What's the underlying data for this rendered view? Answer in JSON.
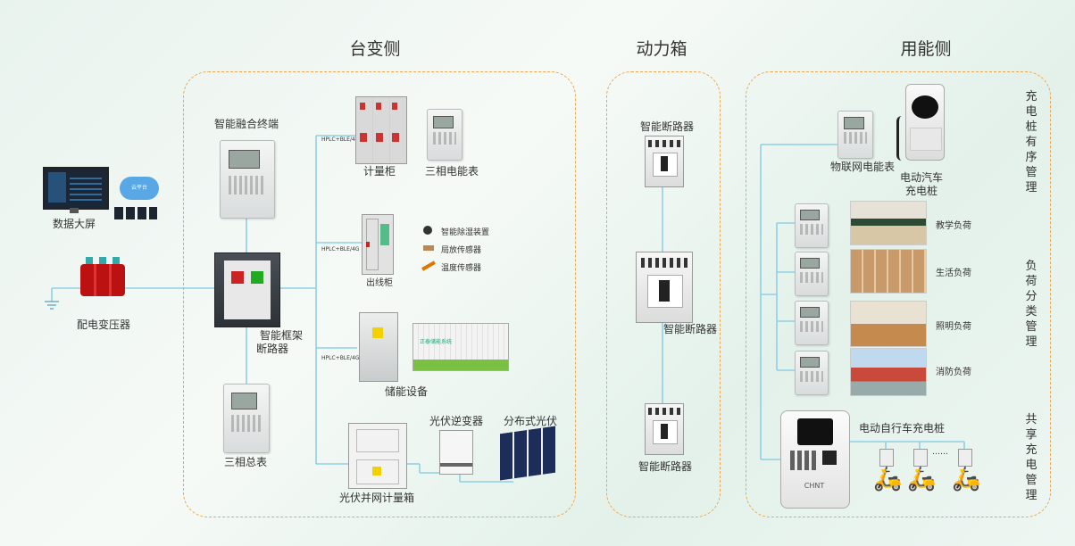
{
  "sections": {
    "transformer_side": "台变侧",
    "power_box": "动力箱",
    "consumer_side": "用能侧"
  },
  "labels": {
    "data_screen": "数据大屏",
    "cloud_logo": "云平台",
    "distribution_transformer": "配电变压器",
    "smart_fusion_terminal": "智能融合终端",
    "smart_frame_breaker_l1": "智能框架",
    "smart_frame_breaker_l2": "断路器",
    "three_phase_total_meter": "三相总表",
    "metering_cabinet": "计量柜",
    "three_phase_meter": "三相电能表",
    "outgoing_cabinet": "出线柜",
    "smart_dehumidifier": "智能除湿装置",
    "partial_discharge_sensor": "局放传感器",
    "temperature_sensor": "温度传感器",
    "energy_storage": "储能设备",
    "storage_container_text": "正泰储能系统",
    "pv_grid_meter_box": "光伏并网计量箱",
    "pv_inverter": "光伏逆变器",
    "distributed_pv": "分布式光伏",
    "comm_1": "HPLC+BLE/4G",
    "comm_2": "HPLC+BLE/4G",
    "comm_3": "HPLC+BLE/4G",
    "breaker_top": "智能断路器",
    "breaker_mid": "智能断路器",
    "breaker_bottom": "智能断路器",
    "iot_meter": "物联网电能表",
    "ev_charger_l1": "电动汽车",
    "ev_charger_l2": "充电桩",
    "teaching_load": "教学负荷",
    "living_load": "生活负荷",
    "lighting_load": "照明负荷",
    "fire_load": "消防负荷",
    "ebike_charger": "电动自行车充电桩",
    "dots": "……",
    "brand": "CHNT",
    "ordered_charging_mgmt": "充电桩有序管理",
    "load_classification_mgmt": "负荷分类管理",
    "shared_charging_mgmt": "共享充电管理"
  },
  "colors": {
    "line": "#8fd0e6",
    "dashed_box": "#f0a64a",
    "text": "#333333"
  }
}
